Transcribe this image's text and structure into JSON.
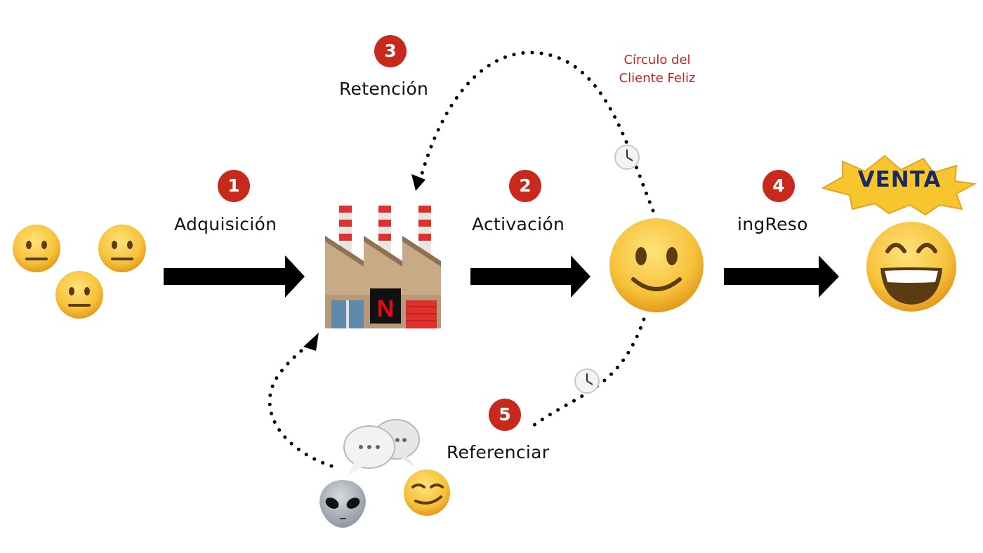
{
  "steps": [
    {
      "number": "1",
      "label": "Adquisición"
    },
    {
      "number": "2",
      "label": "Activación"
    },
    {
      "number": "3",
      "label": "Retención"
    },
    {
      "number": "4",
      "label": "ingReso"
    },
    {
      "number": "5",
      "label": "Referenciar"
    }
  ],
  "loop_note": {
    "line1": "Círculo del",
    "line2": "Cliente Feliz"
  },
  "factory_logo": "N",
  "badge": "VENTA",
  "icons": {
    "prospects": "neutral-face-icon",
    "factory": "factory-icon",
    "active_user": "slightly-smiling-face-icon",
    "paying_user": "grinning-face-icon",
    "timer": "clock-icon",
    "chat": "speech-bubbles-icon",
    "referred_a": "alien-icon",
    "referred_b": "smirking-face-icon"
  },
  "colors": {
    "number_badge": "#c72a1c",
    "note_text": "#c2261d",
    "badge_fill": "#f7c62f",
    "badge_text": "#1a2a5c",
    "emoji_yellow": "#f5c33b"
  }
}
